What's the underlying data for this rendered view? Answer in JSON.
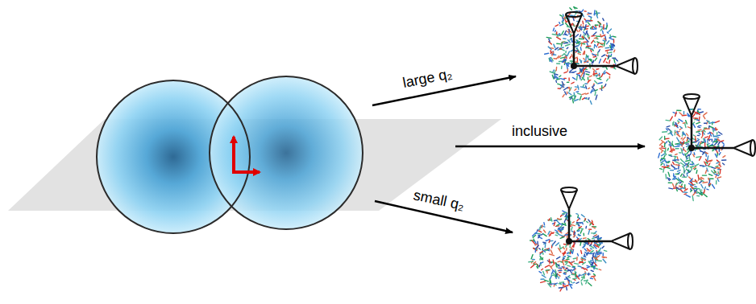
{
  "diagram": {
    "labels": [
      "large q₂",
      "inclusive",
      "small q₂"
    ]
  }
}
